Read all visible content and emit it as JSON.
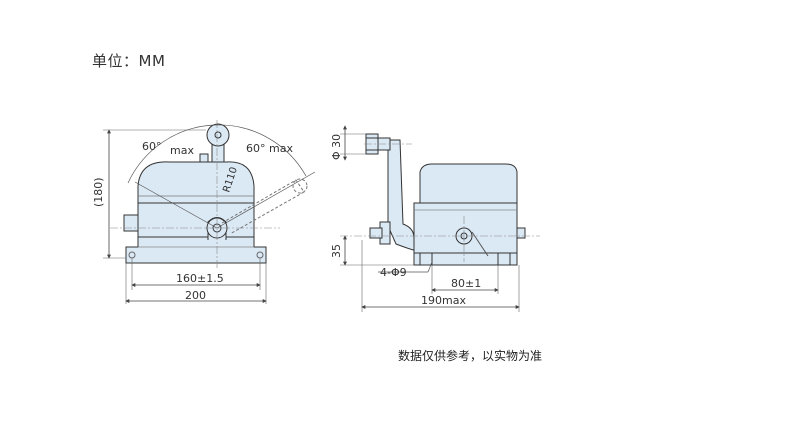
{
  "header": {
    "unit_label": "单位：MM"
  },
  "front_view": {
    "angle_left": "60°",
    "angle_left_suffix": "max",
    "angle_right": "60° max",
    "radius_label": "R110",
    "height_label": "(180)",
    "mount_spacing": "160±1.5",
    "overall_width": "200"
  },
  "side_view": {
    "roller_diameter": "Φ 30",
    "height_label": "35",
    "holes_label": "4-Φ9",
    "mount_spacing": "80±1",
    "overall_length": "190max"
  },
  "footer": {
    "note": "数据仅供参考，以实物为准"
  },
  "colors": {
    "body_fill": "#dbe9f5",
    "line": "#333333",
    "dim_line": "#555555"
  }
}
